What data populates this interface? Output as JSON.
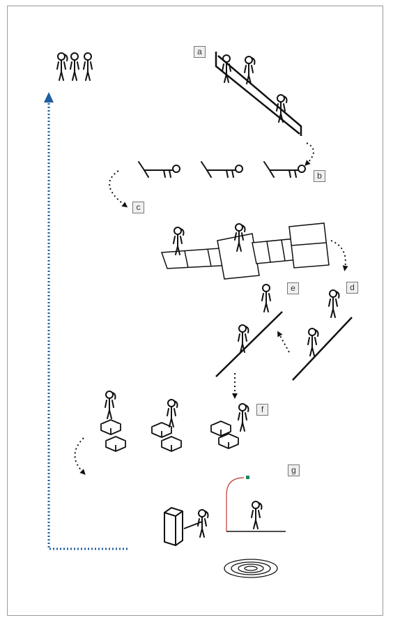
{
  "station_labels": {
    "a": "a",
    "b": "b",
    "c": "c",
    "d": "d",
    "e": "e",
    "f": "f",
    "g": "g"
  },
  "colors": {
    "ink": "#111111",
    "return_path": "#1f5f9e",
    "border": "#9a9a9a",
    "label_box": "#efefef",
    "jump_line": "#c0392b",
    "jump_marker": "#1b8a5a"
  },
  "icons": [
    "stick-figure",
    "slide",
    "crawl-figure",
    "hopscotch-grid",
    "balance-line",
    "box-obstacle",
    "punch-bag",
    "target-rings"
  ]
}
